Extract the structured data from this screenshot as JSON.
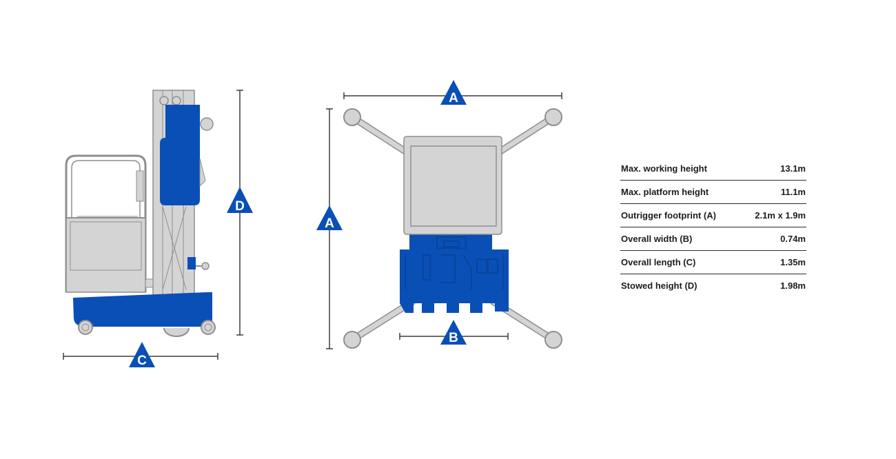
{
  "colors": {
    "accent_blue": "#0a4fb5",
    "machine_grey": "#d4d4d4",
    "outline": "#8e8e8e",
    "dimension_line": "#3c3c3c"
  },
  "dimension_markers": {
    "a": "A",
    "b": "B",
    "c": "C",
    "d": "D"
  },
  "specs": [
    {
      "label": "Max. working height",
      "value": "13.1m"
    },
    {
      "label": "Max. platform height",
      "value": "11.1m"
    },
    {
      "label": "Outrigger footprint (A)",
      "value": "2.1m x 1.9m"
    },
    {
      "label": "Overall width (B)",
      "value": "0.74m"
    },
    {
      "label": "Overall length (C)",
      "value": "1.35m"
    },
    {
      "label": "Stowed height (D)",
      "value": "1.98m"
    }
  ]
}
